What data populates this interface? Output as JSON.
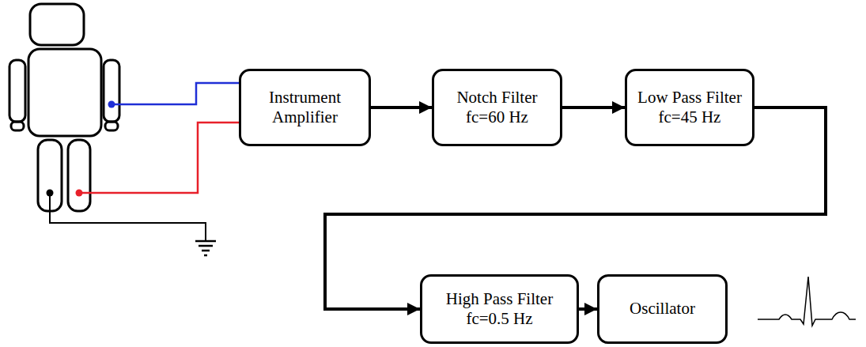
{
  "diagram": {
    "nodes": [
      {
        "text": [
          "Instrument Amplifier"
        ]
      },
      {
        "text": [
          "Notch Filter",
          "fc=60 Hz"
        ]
      },
      {
        "text": [
          "Low Pass Filter",
          "fc=45 Hz"
        ]
      },
      {
        "text": [
          "High Pass Filter",
          "fc=0.5 Hz"
        ]
      },
      {
        "text": [
          "Oscillator"
        ]
      }
    ],
    "edges": [
      {
        "from": 0,
        "to": 1,
        "arrow": "to"
      },
      {
        "from": 1,
        "to": 2,
        "arrow": "to"
      },
      {
        "from": 2,
        "to": 3,
        "arrow": "to"
      },
      {
        "from": 3,
        "to": 4,
        "arrow": "to"
      }
    ]
  }
}
